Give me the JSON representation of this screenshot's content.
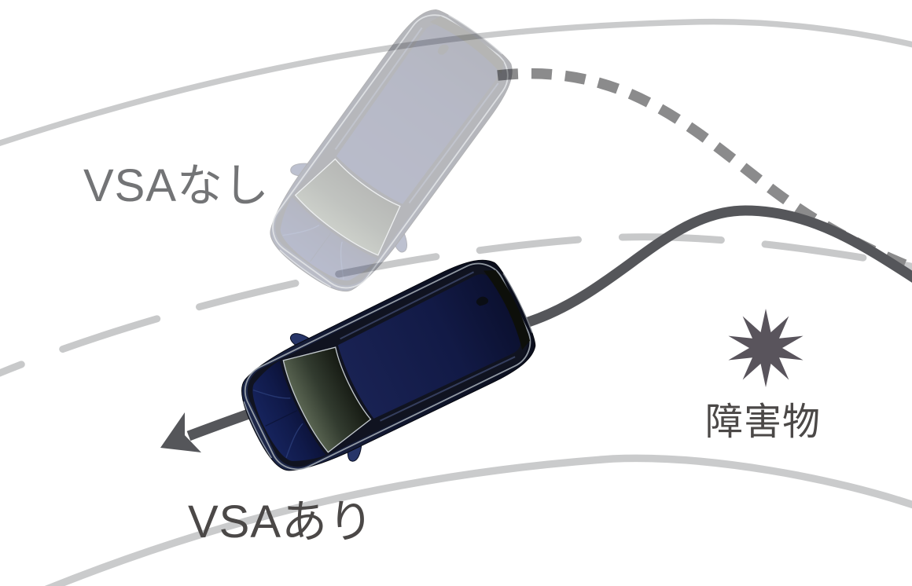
{
  "diagram": {
    "title": "VSA behavior comparison diagram",
    "labels": {
      "without_vsa": "VSAなし",
      "with_vsa": "VSAあり",
      "obstacle": "障害物"
    },
    "icons": {
      "obstacle_marker": "starburst-icon",
      "stable_path_end": "arrow-left-down-icon"
    },
    "colors": {
      "background": "#ffffff",
      "road_edge_line": "#cacbcc",
      "lane_dash_line": "#c8c9ca",
      "unstable_path": "#8b8b8c",
      "stable_path": "#55565a",
      "arrowhead": "#55565a",
      "label_without_vsa": "#737476",
      "label_with_vsa": "#4b4847",
      "label_obstacle": "#4b4847",
      "obstacle_star": "#59545c",
      "car_body_navy": "#131b3d"
    }
  }
}
